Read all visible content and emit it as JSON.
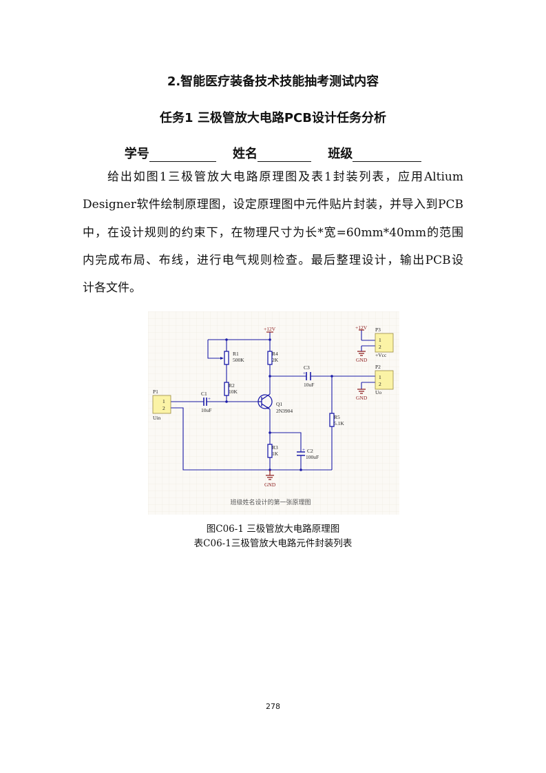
{
  "section_title": "2.智能医疗装备技术技能抽考测试内容",
  "task_title": "任务1  三极管放大电路PCB设计任务分析",
  "student_info": {
    "id_label": "学号",
    "name_label": "姓名",
    "class_label": "班级"
  },
  "paragraph_lines": [
    "给出如图1三极管放大电路原理图及表1封装列表，应用Altium",
    "Designer软件绘制原理图，设定原理图中元件贴片封装，并导入到PCB",
    "中，在设计规则的约束下，在物理尺寸为长*宽=60mm*40mm的范围",
    "内完成布局、布线，进行电气规则检查。最后整理设计，输出PCB设",
    "计各文件。"
  ],
  "schematic": {
    "colors": {
      "wire": "#1a1aa8",
      "power": "#8b1a1a",
      "connector_fill": "#fbf3a6",
      "grid": "#ece6dc",
      "background": "#fbf9f5"
    },
    "vcc_main": "+12V",
    "gnd_main": "GND",
    "r1": {
      "ref": "R1",
      "value": "500K"
    },
    "r2": {
      "ref": "R2",
      "value": "10K"
    },
    "r3": {
      "ref": "R3",
      "value": "1K"
    },
    "r4": {
      "ref": "R4",
      "value": "2K"
    },
    "r5": {
      "ref": "R5",
      "value": "5.1K"
    },
    "c1": {
      "ref": "C1",
      "value": "10uF"
    },
    "c2": {
      "ref": "C2",
      "value": "100uF"
    },
    "c3": {
      "ref": "C3",
      "value": "10uF"
    },
    "q1": {
      "ref": "Q1",
      "value": "2N3904"
    },
    "p1": {
      "ref": "P1",
      "pin1": "1",
      "pin2": "2",
      "name": "Uin"
    },
    "p2": {
      "ref": "P2",
      "pin1": "1",
      "pin2": "2",
      "name": "Uo",
      "gnd": "GND"
    },
    "p3": {
      "ref": "P3",
      "pin1": "1",
      "pin2": "2",
      "name": "+Vcc",
      "vcc": "+12V",
      "gnd": "GND"
    },
    "caption": "班级姓名设计的第一张原理图"
  },
  "figure_caption": "图C06-1 三极管放大电路原理图",
  "table_caption": "表C06-1三极管放大电路元件封装列表",
  "page_number": "278"
}
